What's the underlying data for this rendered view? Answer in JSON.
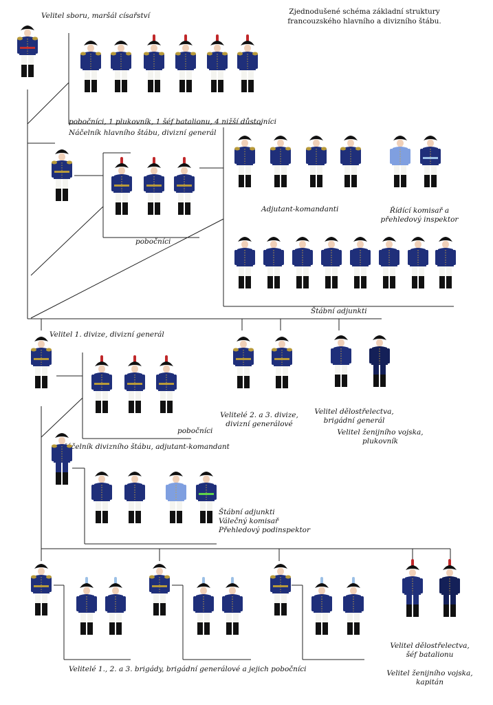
{
  "title": {
    "line1": "Zjednodušené schéma základní struktury",
    "line2": "francouzského hlavního a divizního štábu."
  },
  "labels": {
    "corps_commander": "Velitel sboru, maršál císařství",
    "corps_staff": "pobočníci, 1 plukovník, 1 šéf batalionu, 4 nižší důstojníci",
    "chief_of_staff": "Náčelník hlavního štábu, divizní generál",
    "chief_aides": "pobočníci",
    "adjutant_commandants": "Adjutant-komandanti",
    "commissar_line1": "Řídící komisař a",
    "commissar_line2": "přehledový inspektor",
    "staff_adjuncts": "Štábní adjunkti",
    "div1_commander": "Velitel 1. divize, divizní generál",
    "div1_aides": "pobočníci",
    "div23_line1": "Velitelé 2. a 3. divize,",
    "div23_line2": "divizní generálové",
    "artillery_cmd_line1": "Velitel dělostřelectva,",
    "artillery_cmd_line2": "brigádní generál",
    "engineer_cmd_line1": "Velitel ženijního vojska,",
    "engineer_cmd_line2": "plukovník",
    "div_chief_of_staff": "Náčelník divizního štábu, adjutant-komandant",
    "div_staff_line1": "Štábní adjunkti",
    "div_staff_line2": "Válečný komisař",
    "div_staff_line3": "Přehledový podinspektor",
    "brigades": "Velitelé 1., 2. a 3. brigády, brigádní generálové a jejich pobočníci",
    "div_artillery_line1": "Velitel dělostřelectva,",
    "div_artillery_line2": "šéf batalionu",
    "div_engineer_line1": "Velitel ženijního vojska,",
    "div_engineer_line2": "kapitán"
  },
  "colors": {
    "uniform": "#1f2f7a",
    "uniform_dark": "#142058",
    "sky": "#7f9fe0",
    "facing_red": "#c0282a",
    "gold": "#b89a3a",
    "white": "#f4f4f0",
    "boots": "#111111",
    "light_blue_plume": "#9cc0e6",
    "green_sash": "#5fd24a",
    "red_sash": "#c03030"
  }
}
